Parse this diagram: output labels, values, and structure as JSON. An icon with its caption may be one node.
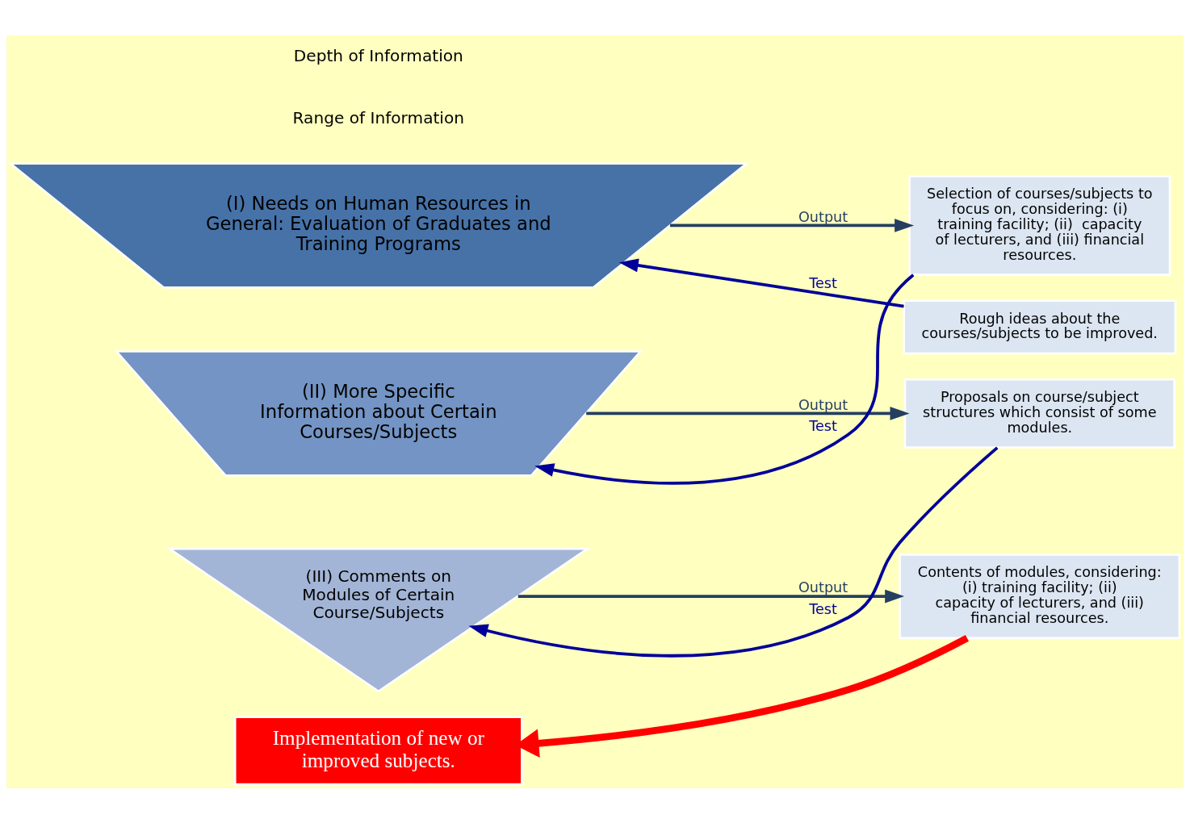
{
  "diagram": {
    "nodes": [
      {
        "text": [
          "(I) Needs on Human Resources in General: Evaluation of Graduates and Training Programs"
        ]
      },
      {
        "text": [
          "(II) More Specific Information about Certain Courses/Subjects"
        ]
      },
      {
        "text": [
          "(III) Comments on Modules of Certain Course/Subjects"
        ]
      },
      {
        "text": [
          "Rough ideas about the courses/subjects to be improved."
        ]
      },
      {
        "text": [
          "Selection of courses/subjects to focus on, considering: (i) training facility; (ii)  capacity of lecturers, and (iii) financial resources."
        ]
      },
      {
        "text": [
          "Proposals on course/subject structures which consist of some modules."
        ]
      },
      {
        "text": [
          "Contents of modules, considering: (i) training facility; (ii)  capacity of lecturers, and (iii) financial resources."
        ]
      },
      {
        "text": [
          "Implementation of new or improved subjects."
        ]
      }
    ],
    "edges": [
      {
        "from": 3,
        "to": 0,
        "arrow": "to",
        "label": "Test",
        "color": "#000099"
      },
      {
        "from": 0,
        "to": 4,
        "arrow": "to",
        "label": "Output"
      },
      {
        "from": 4,
        "to": 1,
        "arrow": "to",
        "label": "Test",
        "color": "#000099"
      },
      {
        "from": 1,
        "to": 5,
        "arrow": "to",
        "label": "Output"
      },
      {
        "from": 5,
        "to": 2,
        "arrow": "to",
        "label": "Test",
        "color": "#000099"
      },
      {
        "from": 2,
        "to": 6,
        "arrow": "to",
        "label": "Output"
      },
      {
        "from": 6,
        "to": 7,
        "arrow": "to",
        "style": "thick",
        "color": "#ff0000"
      }
    ],
    "labels": [
      "Range of Information",
      "Depth of Information"
    ]
  }
}
